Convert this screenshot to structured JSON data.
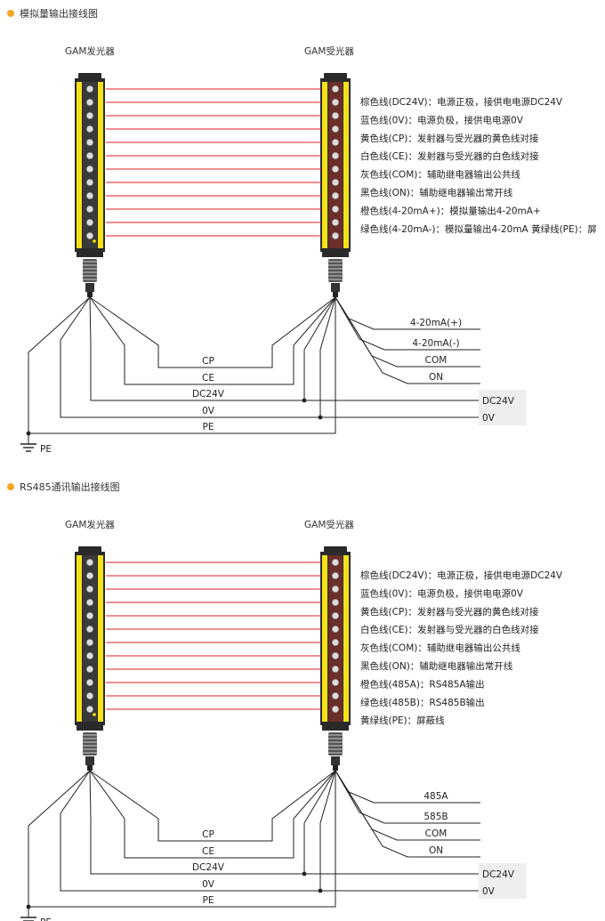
{
  "sections": [
    {
      "title": "模拟量输出接线图",
      "emitter_label": "GAM发光器",
      "receiver_label": "GAM受光器",
      "legend": [
        "棕色线(DC24V)：电源正极，接供电电源DC24V",
        "蓝色线(0V)：电源负极，接供电电源0V",
        "黄色线(CP)：发射器与受光器的黄色线对接",
        "白色线(CE)：发射器与受光器的白色线对接",
        "灰色线(COM)：辅助继电器输出公共线",
        "黑色线(ON)：辅助继电器输出常开线",
        "橙色线(4-20mA+)：模拟量输出4-20mA+",
        "绿色线(4-20mA-)：模拟量输出4-20mA 黄绿线(PE)：屏"
      ],
      "outputs": [
        "4-20mA(+)",
        "4-20mA(-)",
        "COM",
        "ON"
      ],
      "shared": [
        "CP",
        "CE",
        "DC24V",
        "0V",
        "PE"
      ],
      "supply": [
        "DC24V",
        "0V"
      ],
      "ground_label": "PE"
    },
    {
      "title": "RS485通讯输出接线图",
      "emitter_label": "GAM发光器",
      "receiver_label": "GAM受光器",
      "legend": [
        "棕色线(DC24V)：电源正极，接供电电源DC24V",
        "蓝色线(0V)：电源负极，接供电电源0V",
        "黄色线(CP)：发射器与受光器的黄色线对接",
        "白色线(CE)：发射器与受光器的白色线对接",
        "灰色线(COM)：辅助继电器输出公共线",
        "黑色线(ON)：辅助继电器输出常开线",
        "橙色线(485A)：RS485A输出",
        "绿色线(485B)：RS485B输出",
        "黄绿线(PE)：屏蔽线"
      ],
      "outputs": [
        "485A",
        "585B",
        "COM",
        "ON"
      ],
      "shared": [
        "CP",
        "CE",
        "DC24V",
        "0V",
        "PE"
      ],
      "supply": [
        "DC24V",
        "0V"
      ],
      "ground_label": "PE"
    }
  ],
  "colors": {
    "accent_dot": "#f5a623",
    "sensor_yellow": "#f2e21a",
    "sensor_dark": "#2a2a2a",
    "beam_red": "#e02020",
    "receiver_inner": "#6b2e2a",
    "wire": "#222222",
    "supply_box": "#eeeeee"
  }
}
